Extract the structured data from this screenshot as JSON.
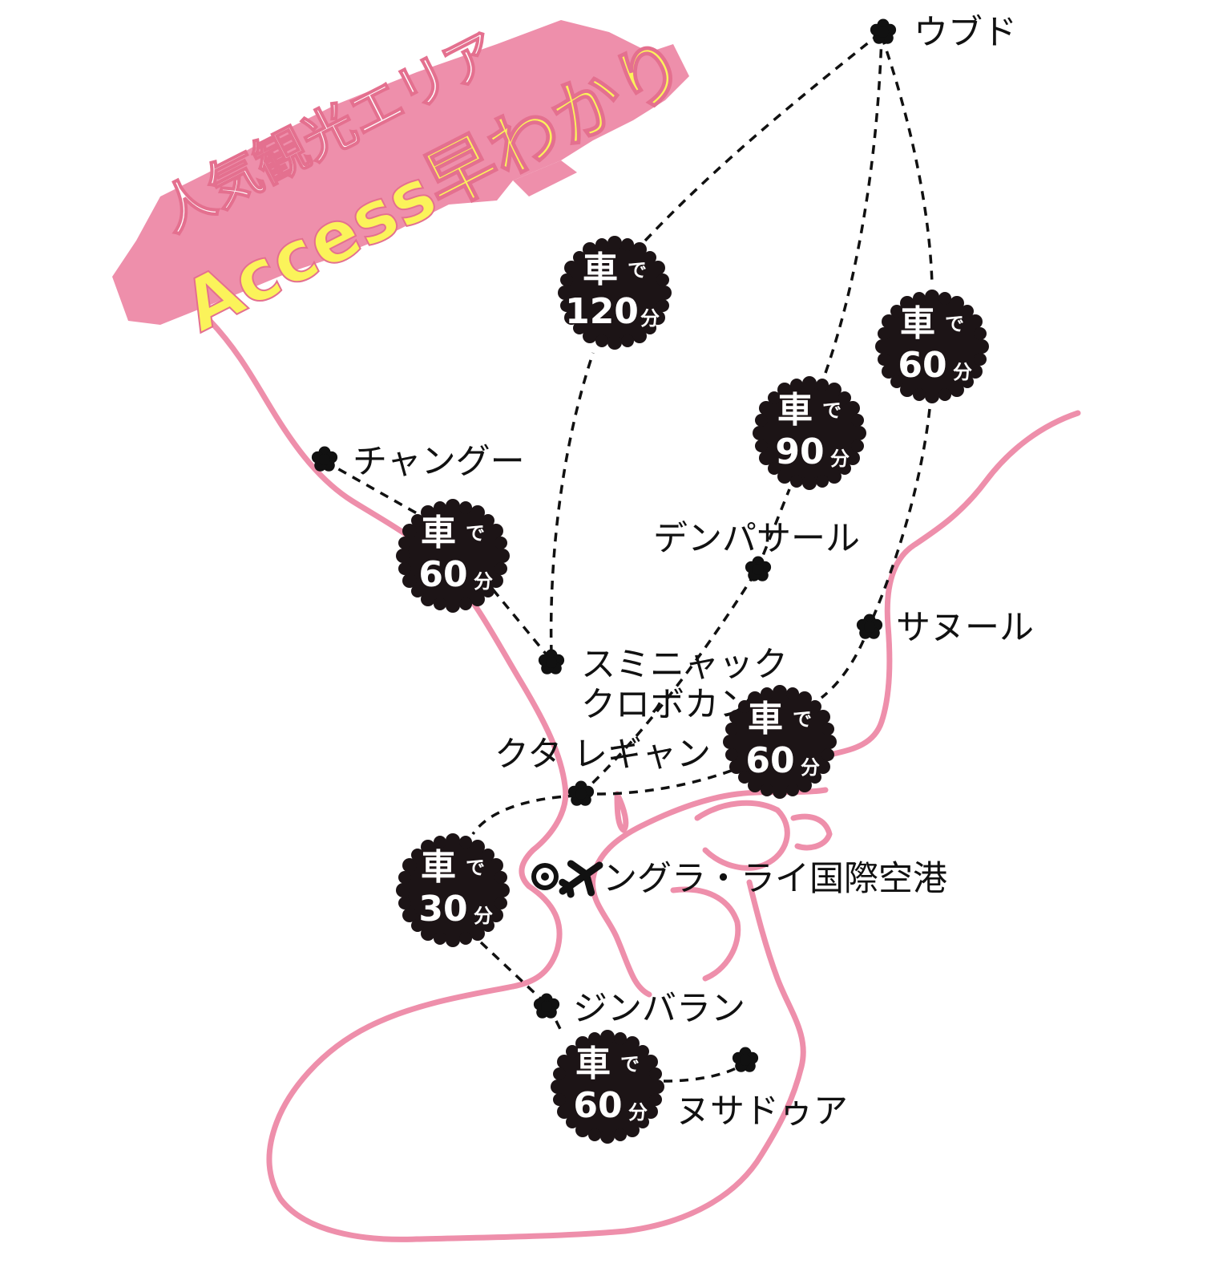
{
  "title": {
    "line1": "人気観光エリア",
    "line2": "Access早わかり"
  },
  "places": {
    "ubud": "ウブド",
    "changgu": "チャングー",
    "denpasar": "デンパサール",
    "sanur": "サヌール",
    "seminyak_1": "スミニャック",
    "seminyak_2": "クロボカン",
    "kuta": "クタ",
    "legian": "レギャン",
    "airport": "ングラ・ライ国際空港",
    "jimbaran": "ジンバラン",
    "nusa_dua": "ヌサドゥア"
  },
  "badges": {
    "prefix": "車",
    "particle": "で",
    "unit": "分",
    "changgu_seminyak": "60",
    "seminyak_ubud": "120",
    "denpasar_ubud": "90",
    "sanur_ubud": "60",
    "kuta_sanur": "60",
    "kuta_jimbaran": "30",
    "jimbaran_nusadua": "60"
  },
  "colors": {
    "coast": "#ee8fab",
    "title_band": "#ee8fab",
    "badge": "#1c1416",
    "route": "#111111",
    "title_yellow": "#fbf35a"
  },
  "icons": {
    "place_marker": "flower-icon",
    "airport_marker": "airplane-icon"
  }
}
